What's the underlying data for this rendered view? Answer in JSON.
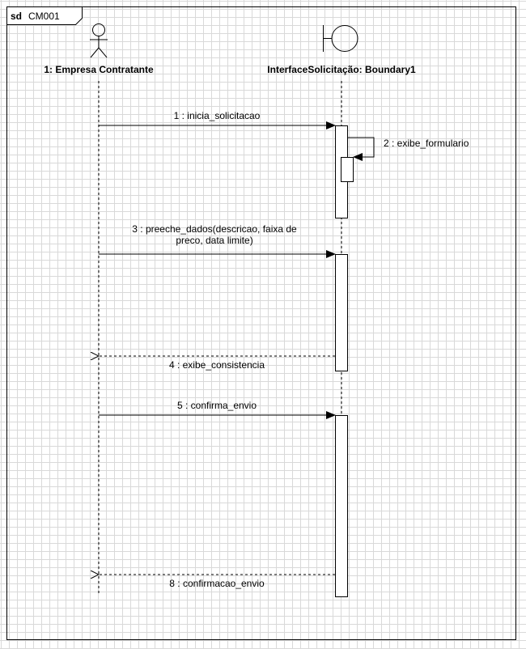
{
  "frame": {
    "keyword": "sd",
    "name": "CM001"
  },
  "lifelines": [
    {
      "id": "actor",
      "label": "1: Empresa Contratante",
      "kind": "actor"
    },
    {
      "id": "boundary",
      "label": "InterfaceSolicitação: Boundary1",
      "kind": "boundary"
    }
  ],
  "messages": [
    {
      "label": "1 : inicia_solicitacao"
    },
    {
      "label": "2 : exibe_formulario"
    },
    {
      "label_line1": "3 : preeche_dados(descricao, faixa de",
      "label_line2": "preco, data limite)"
    },
    {
      "label": "4 : exibe_consistencia"
    },
    {
      "label": "5 : confirma_envio"
    },
    {
      "label": "8 : confirmacao_envio"
    }
  ]
}
